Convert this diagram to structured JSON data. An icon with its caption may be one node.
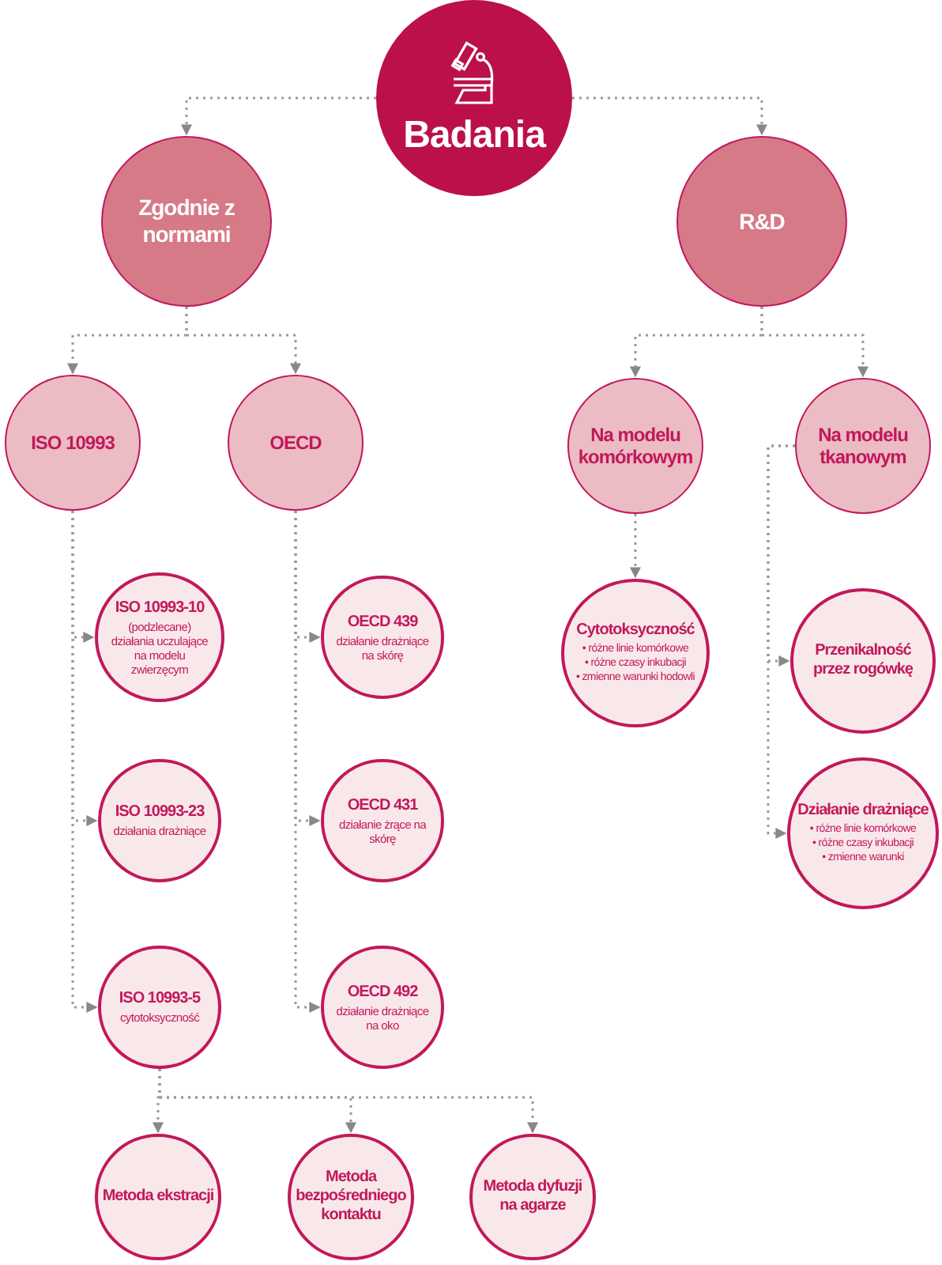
{
  "diagram": {
    "nodes": [
      {
        "text": [
          "Badania"
        ]
      },
      {
        "text": [
          "Zgodnie z normami"
        ]
      },
      {
        "text": [
          "R&D"
        ]
      },
      {
        "text": [
          "ISO 10993"
        ]
      },
      {
        "text": [
          "OECD"
        ]
      },
      {
        "text": [
          "Na modelu komórkowym"
        ]
      },
      {
        "text": [
          "Na modelu tkanowym"
        ]
      },
      {
        "text": [
          "ISO 10993-10",
          "(podzlecane) działania uczulające na modelu zwierzęcym"
        ]
      },
      {
        "text": [
          "ISO 10993-23",
          "działania drażniące"
        ]
      },
      {
        "text": [
          "ISO 10993-5",
          "cytotoksyczność"
        ]
      },
      {
        "text": [
          "OECD 439",
          "działanie drażniące na skórę"
        ]
      },
      {
        "text": [
          "OECD 431",
          "działanie żrące na skórę"
        ]
      },
      {
        "text": [
          "OECD 492",
          "działanie drażniące na oko"
        ]
      },
      {
        "text": [
          "Cytotoksyczność",
          "• różne linie komórkowe",
          "• różne czasy inkubacji",
          "• zmienne warunki hodowli"
        ]
      },
      {
        "text": [
          "Przenikalność przez rogówkę"
        ]
      },
      {
        "text": [
          "Działanie drażniące",
          "• różne linie komórkowe",
          "• różne czasy inkubacji",
          "• zmienne warunki"
        ]
      },
      {
        "text": [
          "Metoda ekstracji"
        ]
      },
      {
        "text": [
          "Metoda bezpośredniego kontaktu"
        ]
      },
      {
        "text": [
          "Metoda dyfuzji na agarze"
        ]
      }
    ],
    "edges": [
      {
        "from": 0,
        "to": 1,
        "arrow": "to"
      },
      {
        "from": 0,
        "to": 2,
        "arrow": "to"
      },
      {
        "from": 1,
        "to": 3,
        "arrow": "to"
      },
      {
        "from": 1,
        "to": 4,
        "arrow": "to"
      },
      {
        "from": 2,
        "to": 5,
        "arrow": "to"
      },
      {
        "from": 2,
        "to": 6,
        "arrow": "to"
      },
      {
        "from": 3,
        "to": 7,
        "arrow": "to"
      },
      {
        "from": 3,
        "to": 8,
        "arrow": "to"
      },
      {
        "from": 3,
        "to": 9,
        "arrow": "to"
      },
      {
        "from": 4,
        "to": 10,
        "arrow": "to"
      },
      {
        "from": 4,
        "to": 11,
        "arrow": "to"
      },
      {
        "from": 4,
        "to": 12,
        "arrow": "to"
      },
      {
        "from": 5,
        "to": 13,
        "arrow": "to"
      },
      {
        "from": 6,
        "to": 14,
        "arrow": "to"
      },
      {
        "from": 6,
        "to": 15,
        "arrow": "to"
      },
      {
        "from": 9,
        "to": 16,
        "arrow": "to"
      },
      {
        "from": 9,
        "to": 17,
        "arrow": "to"
      },
      {
        "from": 9,
        "to": 18,
        "arrow": "to"
      }
    ]
  }
}
